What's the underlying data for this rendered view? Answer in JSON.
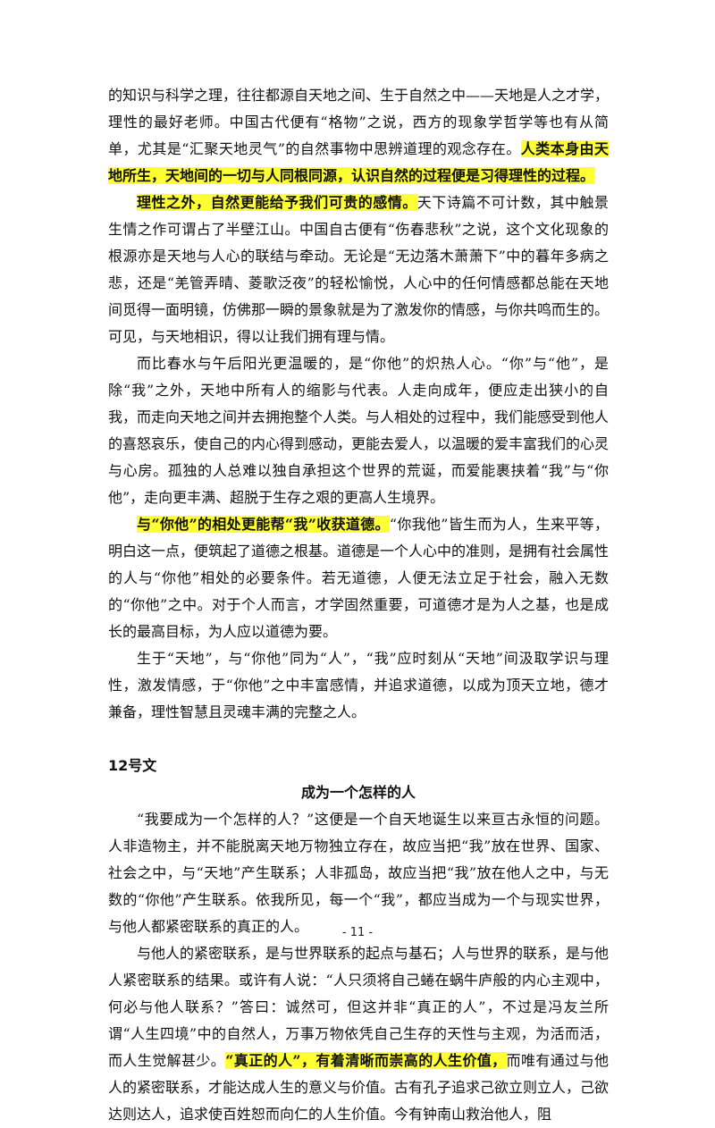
{
  "paragraphs": [
    {
      "t1": "的知识与科学之理，往往都源自天地之间、生于自然之中——天地是人之才学，理性的最好老师。中国古代便有“格物”之说，西方的现象学哲学等也有从简单，尤其是“汇聚天地灵气”的自然事物中思辨道理的观念存在。",
      "h1": "人类本身由天地所生，天地间的一切与人同根同源，认识自然的过程便是习得理性的过程。"
    },
    {
      "h1": "理性之外，自然更能给予我们可贵的感情。",
      "t1": "天下诗篇不可计数，其中触景生情之作可谓占了半壁江山。中国自古便有“伤春悲秋”之说，这个文化现象的根源亦是天地与人心的联结与牵动。无论是“无边落木萧萧下”中的暮年多病之悲，还是“羌管弄晴、菱歌泛夜”的轻松愉悦，人心中的任何情感都总能在天地间觅得一面明镜，仿佛那一瞬的景象就是为了激发你的情感，与你共鸣而生的。可见，与天地相识，得以让我们拥有理与情。"
    },
    {
      "t1": "而比春水与午后阳光更温暖的，是“你他”的炽热人心。“你”与“他”，是除“我”之外，天地中所有人的缩影与代表。人走向成年，便应走出狭小的自我，而走向天地之间并去拥抱整个人类。与人相处的过程中，我们能感受到他人的喜怒哀乐，使自己的内心得到感动，更能去爱人，以温暖的爱丰富我们的心灵与心房。孤独的人总难以独自承担这个世界的荒诞，而爱能裹挟着“我”与“你他”，走向更丰满、超脱于生存之艰的更高人生境界。"
    },
    {
      "h1": "与“你他”的相处更能帮“我”收获道德。",
      "t1": "“你我他”皆生而为人，生来平等，明白这一点，便筑起了道德之根基。道德是一个人心中的准则，是拥有社会属性的人与“你他”相处的必要条件。若无道德，人便无法立足于社会，融入无数的“你他”之中。对于个人而言，才学固然重要，可道德才是为人之基，也是成长的最高目标，为人应以道德为要。"
    },
    {
      "t1": "生于“天地”，与“你他”同为“人”，“我”应时刻从“天地”间汲取学识与理性，激发情感，于“你他”之中丰富感情，并追求道德，以成为顶天立地，德才兼备，理性智慧且灵魂丰满的完整之人。"
    }
  ],
  "essay": {
    "label": "12号文",
    "title": "成为一个怎样的人",
    "p1": "“我要成为一个怎样的人？”这便是一个自天地诞生以来亘古永恒的问题。人非造物主，并不能脱离天地万物独立存在，故应当把“我”放在世界、国家、社会之中，与“天地”产生联系；人非孤岛，故应当把“我”放在他人之中，与无数的“你他”产生联系。依我所见，每一个“我”，都应当成为一个与现实世界，与他人都紧密联系的真正的人。",
    "p2_t1": "与他人的紧密联系，是与世界联系的起点与基石；人与世界的联系，是与他人紧密联系的结果。或许有人说：“人只须将自己蜷在蜗牛庐般的内心主观中，何必与他人联系？”答曰：诚然可，但这并非“真正的人”，不过是冯友兰所谓“人生四境”中的自然人，万事万物依凭自己生存的天性与主观，为活而活，而人生觉解甚少。",
    "p2_h1": "“真正的人”，有着清晰而崇高的人生价值，",
    "p2_t2": "而唯有通过与他人的紧密联系，才能达成人生的意义与价值。古有孔子追求己欲立则立人，己欲达则达人，追求使百姓恕而向仁的人生价值。今有钟南山救治他人，阻"
  },
  "footer": {
    "page_number": "- 11 -"
  }
}
